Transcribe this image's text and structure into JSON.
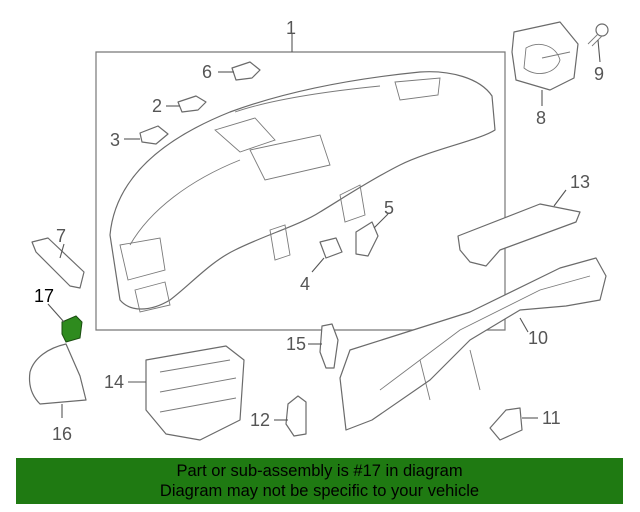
{
  "diagram": {
    "callouts": [
      {
        "num": "1"
      },
      {
        "num": "2"
      },
      {
        "num": "3"
      },
      {
        "num": "4"
      },
      {
        "num": "5"
      },
      {
        "num": "6"
      },
      {
        "num": "7"
      },
      {
        "num": "8"
      },
      {
        "num": "9"
      },
      {
        "num": "10"
      },
      {
        "num": "11"
      },
      {
        "num": "12"
      },
      {
        "num": "13"
      },
      {
        "num": "14"
      },
      {
        "num": "15"
      },
      {
        "num": "16"
      },
      {
        "num": "17"
      }
    ],
    "highlight_part": "17",
    "highlight_color": "#2e8b1e",
    "line_color": "#6b6b6b"
  },
  "banner": {
    "line1": "Part or sub-assembly is #17 in diagram",
    "line2": "Diagram may not be specific to your vehicle",
    "background": "#1f7a12"
  }
}
